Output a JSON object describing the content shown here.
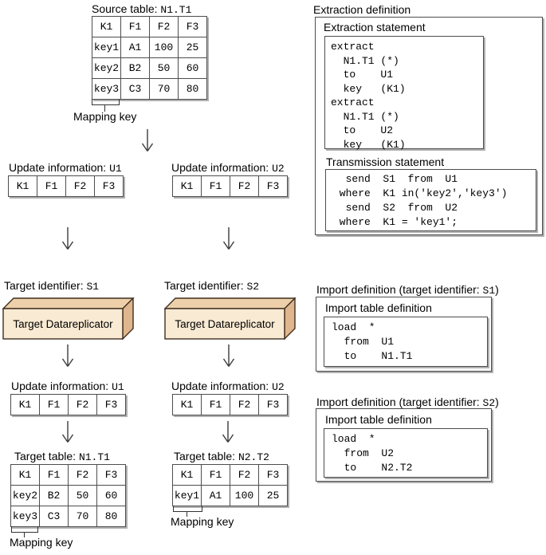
{
  "labels": {
    "mapping_key": "Mapping key",
    "target_datareplicator": "Target Datareplicator"
  },
  "source": {
    "label": {
      "prefix": "Source table: ",
      "code": "N1.T1"
    },
    "table": [
      [
        "K1",
        "F1",
        "F2",
        "F3"
      ],
      [
        "key1",
        "A1",
        "100",
        "25"
      ],
      [
        "key2",
        "B2",
        "50",
        "60"
      ],
      [
        "key3",
        "C3",
        "70",
        "80"
      ]
    ]
  },
  "update_u1": {
    "label": {
      "prefix": "Update information: ",
      "code": "U1"
    },
    "table": [
      [
        "K1",
        "F1",
        "F2",
        "F3"
      ]
    ]
  },
  "update_u2": {
    "label": {
      "prefix": "Update information: ",
      "code": "U2"
    },
    "table": [
      [
        "K1",
        "F1",
        "F2",
        "F3"
      ]
    ]
  },
  "target_s1": {
    "label": {
      "prefix": "Target identifier: ",
      "code": "S1"
    }
  },
  "target_s2": {
    "label": {
      "prefix": "Target identifier: ",
      "code": "S2"
    }
  },
  "target_table_n1t1": {
    "label": {
      "prefix": "Target table: ",
      "code": "N1.T1"
    },
    "table": [
      [
        "K1",
        "F1",
        "F2",
        "F3"
      ],
      [
        "key2",
        "B2",
        "50",
        "60"
      ],
      [
        "key3",
        "C3",
        "70",
        "80"
      ]
    ]
  },
  "target_table_n2t2": {
    "label": {
      "prefix": "Target table: ",
      "code": "N2.T2"
    },
    "table": [
      [
        "K1",
        "F1",
        "F2",
        "F3"
      ],
      [
        "key1",
        "A1",
        "100",
        "25"
      ]
    ]
  },
  "extraction": {
    "title": "Extraction definition",
    "statement_title": "Extraction statement",
    "statement_code": [
      "extract",
      "  N1.T1 (*)",
      "  to    U1",
      "  key   (K1)",
      "extract",
      "  N1.T1 (*)",
      "  to    U2",
      "  key   (K1)"
    ],
    "transmission_title": "Transmission statement",
    "transmission_code": [
      "  send  S1  from  U1",
      " where  K1 in('key2','key3')",
      "  send  S2  from  U2",
      " where  K1 = 'key1';"
    ]
  },
  "imports": {
    "inner_title": "Import table definition",
    "s1": {
      "title_prefix": "Import definition (target identifier: ",
      "title_code": "S1",
      "title_suffix": ")",
      "code": [
        "load  *",
        "  from  U1",
        "  to    N1.T1"
      ]
    },
    "s2": {
      "title_prefix": "Import definition (target identifier: ",
      "title_code": "S2",
      "title_suffix": ")",
      "code": [
        "load  *",
        "  from  U2",
        "  to    N2.T2"
      ]
    }
  },
  "colors": {
    "box_front": "#f9ead3",
    "box_top": "#edd0a9",
    "box_side": "#dfb68d",
    "box_border": "#3f2f20",
    "border": "#4d4d4d",
    "shadow": "#b0b0b0",
    "text": "#000000"
  }
}
